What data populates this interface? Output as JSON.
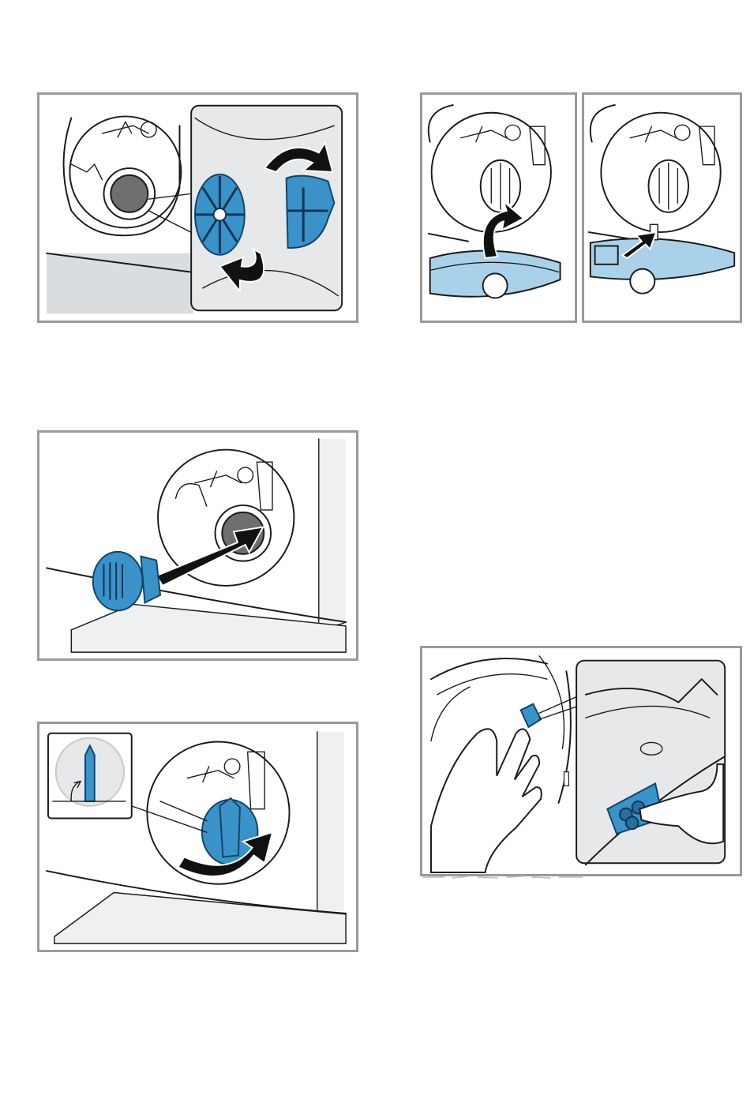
{
  "colors": {
    "frame": "#9a9a9a",
    "accent_blue": "#3a92c9",
    "light_blue": "#a9d2ea",
    "arrow": "#111111",
    "panel_grey": "#d9dde0"
  },
  "figures": [
    {
      "id": "filter-closeup",
      "icons": [
        "rotate-arrows-icon",
        "pump-filter-icon"
      ]
    },
    {
      "id": "flap-open",
      "icons": [
        "curved-arrow-icon",
        "step-badge-icon"
      ]
    },
    {
      "id": "flap-close",
      "icons": [
        "push-arrow-icon",
        "step-badge-icon"
      ]
    },
    {
      "id": "filter-insert",
      "icons": [
        "insert-arrow-icon",
        "pump-filter-icon"
      ]
    },
    {
      "id": "filter-turn",
      "icons": [
        "turn-arrow-icon",
        "vertical-handle-icon"
      ]
    },
    {
      "id": "drum-clip",
      "icons": [
        "hand-icon",
        "clip-icon"
      ]
    }
  ]
}
